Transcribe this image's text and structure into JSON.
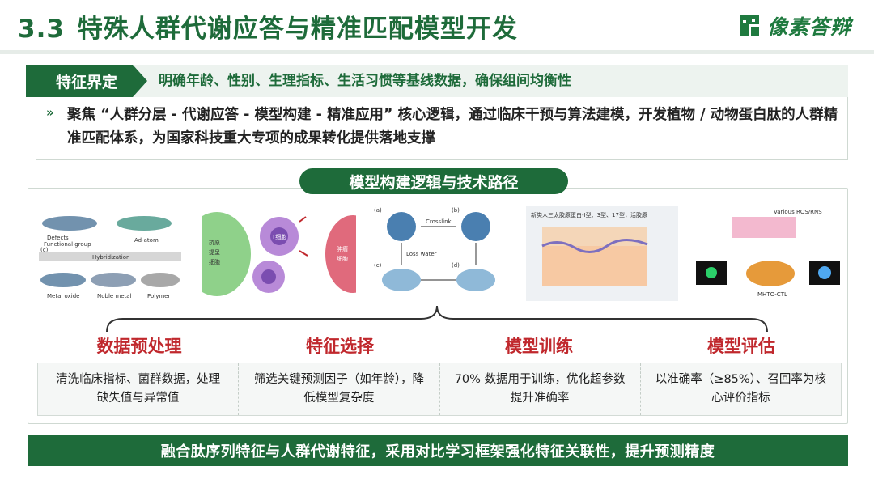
{
  "header": {
    "section_number": "3.3",
    "title": "特殊人群代谢应答与精准匹配模型开发",
    "logo_text": "像素答辩",
    "logo_icon": "pixel-logo-icon"
  },
  "feature": {
    "tag": "特征界定",
    "text": "明确年龄、性别、生理指标、生活习惯等基线数据，确保组间均衡性"
  },
  "intro": {
    "arrow": "»",
    "text": "聚焦 “人群分层 - 代谢应答 - 模型构建 - 精准应用” 核心逻辑，通过临床干预与算法建模，开发植物 / 动物蛋白肽的人群精准匹配体系，为国家科技重大专项的成果转化提供落地支撑"
  },
  "panel": {
    "title": "模型构建逻辑与技术路径"
  },
  "figures": {
    "fig1": {
      "labels": [
        "Defects",
        "Functional group",
        "Ad-atom",
        "(c)",
        "Hybridization",
        "Metal oxide",
        "Noble metal",
        "Polymer"
      ]
    },
    "fig2": {
      "labels": [
        "抗原",
        "提呈",
        "细胞",
        "肿瘤",
        "细胞",
        "T细胞"
      ]
    },
    "fig3": {
      "labels": [
        "(a)",
        "(b)",
        "Crosslink",
        "Loss water",
        "(c)",
        "(d)"
      ]
    },
    "fig4": {
      "labels": [
        "新类人三太胶原蛋白-I型、3型、17型，活胶原"
      ]
    },
    "fig5": {
      "labels": [
        "Various ROS/RNS",
        "MHTO-CTL"
      ]
    }
  },
  "steps": [
    {
      "title": "数据预处理",
      "desc": "清洗临床指标、菌群数据，处理缺失值与异常值"
    },
    {
      "title": "特征选择",
      "desc": "筛选关键预测因子（如年龄），降低模型复杂度"
    },
    {
      "title": "模型训练",
      "desc": "70% 数据用于训练，优化超参数提升准确率"
    },
    {
      "title": "模型评估",
      "desc": "以准确率（≥85%）、召回率为核心评价指标"
    }
  ],
  "footer": {
    "text": "融合肽序列特征与人群代谢特征，采用对比学习框架强化特征关联性，提升预测精度"
  },
  "colors": {
    "brand_green": "#1e6b3a",
    "step_red": "#c0282d"
  }
}
